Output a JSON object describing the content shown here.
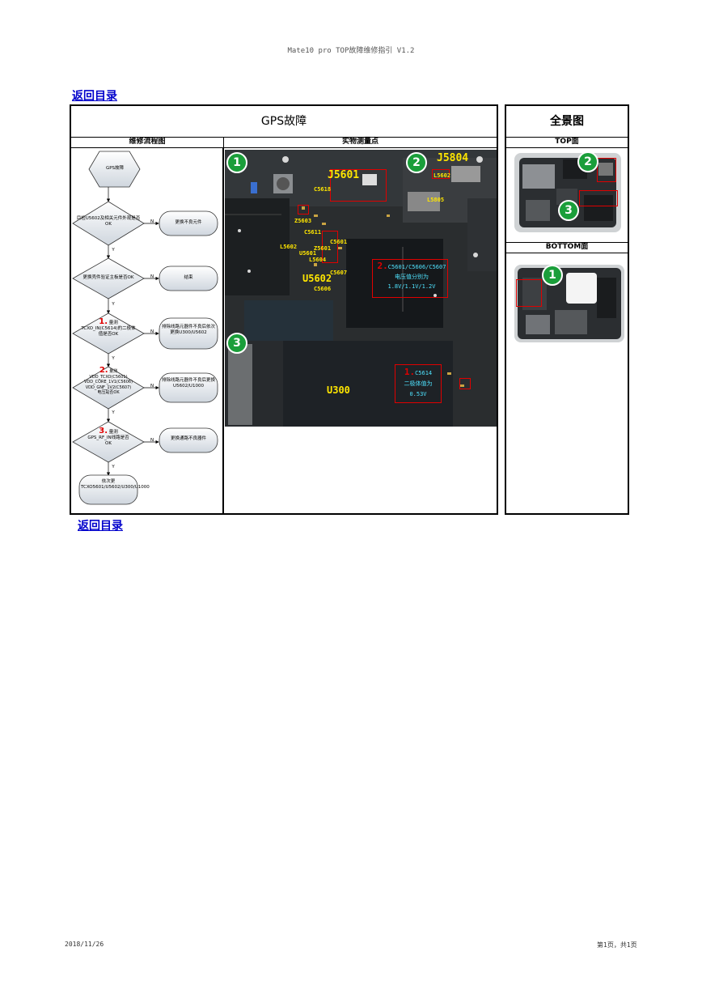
{
  "header": {
    "doc_title": "Mate10 pro TOP故障维修指引 V1.2"
  },
  "nav": {
    "back_top": "返回目录",
    "back_bottom": "返回目录"
  },
  "main": {
    "title": "GPS故障",
    "col_flow": "维修流程图",
    "col_points": "实物测量点"
  },
  "side": {
    "title": "全景图",
    "top_label": "TOP面",
    "bottom_label": "BOTTOM面",
    "top_markers": [
      "2",
      "3"
    ],
    "bottom_markers": [
      "1"
    ]
  },
  "flow": {
    "start": "GPS故障",
    "d1": "目检U5602及相关元件外观是否OK",
    "a1": "更换不良元件",
    "d2": "更换壳件验证主板是否OK",
    "a2": "结束",
    "d3_num": "1.",
    "d3_lines": [
      "量测",
      "TCXO_IN(C5614)的二极体",
      "值是否OK"
    ],
    "a3": "排除线路元器件不良后依次更换U300/U5602",
    "d4_num": "2.",
    "d4_lines": [
      "量测",
      "VDD_TCXO(C5601)",
      "VDD_CORE_1V1(C5606)",
      "VDD_GNF_1V2(C5607)",
      "电压是否OK"
    ],
    "a4": "排除线路元器件不良后更换U5602/U1000",
    "d5_num": "3.",
    "d5_lines": [
      "量测",
      "GPS_RF_IN线路是否",
      "OK"
    ],
    "a5": "更换通路不良器件",
    "end": "依次更TCXO5601/U5602/U300/U1000",
    "yes": "Y",
    "no": "N"
  },
  "board": {
    "markers": [
      "1",
      "2",
      "3"
    ],
    "labels": {
      "j5601": "J5601",
      "j5804": "J5804",
      "c5618": "C5618",
      "l5602a": "L5602",
      "l5805": "L5805",
      "z5603": "Z5603",
      "c5611": "C5611",
      "c5601": "C5601",
      "z5601": "Z5601",
      "l5602b": "L5602",
      "u5601": "U5601",
      "l5604": "L5604",
      "c5607": "C5607",
      "u5602": "U5602",
      "c5606": "C5606",
      "u300": "U300"
    },
    "callout2_num": "2.",
    "callout2_lines": [
      "C5601/C5606/C5607",
      "电压值分别为",
      "1.8V/1.1V/1.2V"
    ],
    "callout1_num": "1.",
    "callout1_lines": [
      "C5614",
      "二极体值为",
      "0.53V"
    ]
  },
  "footer": {
    "date": "2018/11/26",
    "page": "第1页，共1页"
  }
}
